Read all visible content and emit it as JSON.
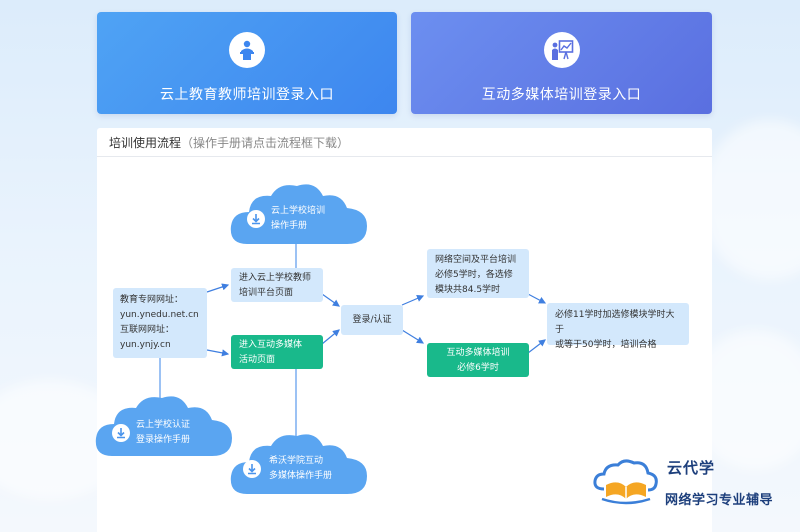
{
  "login_cards": {
    "teacher": {
      "label": "云上教育教师培训登录入口",
      "icon": "teacher-podium-icon"
    },
    "media": {
      "label": "互动多媒体培训登录入口",
      "icon": "presentation-board-icon"
    }
  },
  "panel": {
    "title": "培训使用流程",
    "hint": "（操作手册请点击流程框下载）"
  },
  "flow": {
    "address": {
      "line1": "教育专网网址：",
      "line2": "yun.ynedu.net.cn",
      "line3": "互联网网址：",
      "line4": "yun.ynjy.cn"
    },
    "enter_teacher": {
      "line1": "进入云上学校教师",
      "line2": "培训平台页面"
    },
    "enter_media": {
      "line1": "进入互动多媒体",
      "line2": "活动页面"
    },
    "login": "登录/认证",
    "space_training": {
      "line1": "网络空间及平台培训",
      "line2": "必修5学时，各选修",
      "line3": "模块共84.5学时"
    },
    "media_training": {
      "line1": "互动多媒体培训",
      "line2": "必修6学时"
    },
    "result": {
      "line1": "必修11学时加选修模块学时大于",
      "line2": "或等于50学时，培训合格"
    }
  },
  "manuals": {
    "school_training": {
      "line1": "云上学校培训",
      "line2": "操作手册"
    },
    "school_auth": {
      "line1": "云上学校认证",
      "line2": "登录操作手册"
    },
    "xiwo_media": {
      "line1": "希沃学院互动",
      "line2": "多媒体操作手册"
    }
  },
  "brand": {
    "name": "云代学",
    "slogan": "网络学习专业辅导"
  },
  "colors": {
    "accent_blue": "#3d86ef",
    "accent_purple": "#5a6fe0",
    "node_light": "#d3e8fc",
    "node_green": "#19b98b",
    "cloud_blue": "#5aa5f1",
    "brand_navy": "#1d3f7c"
  }
}
